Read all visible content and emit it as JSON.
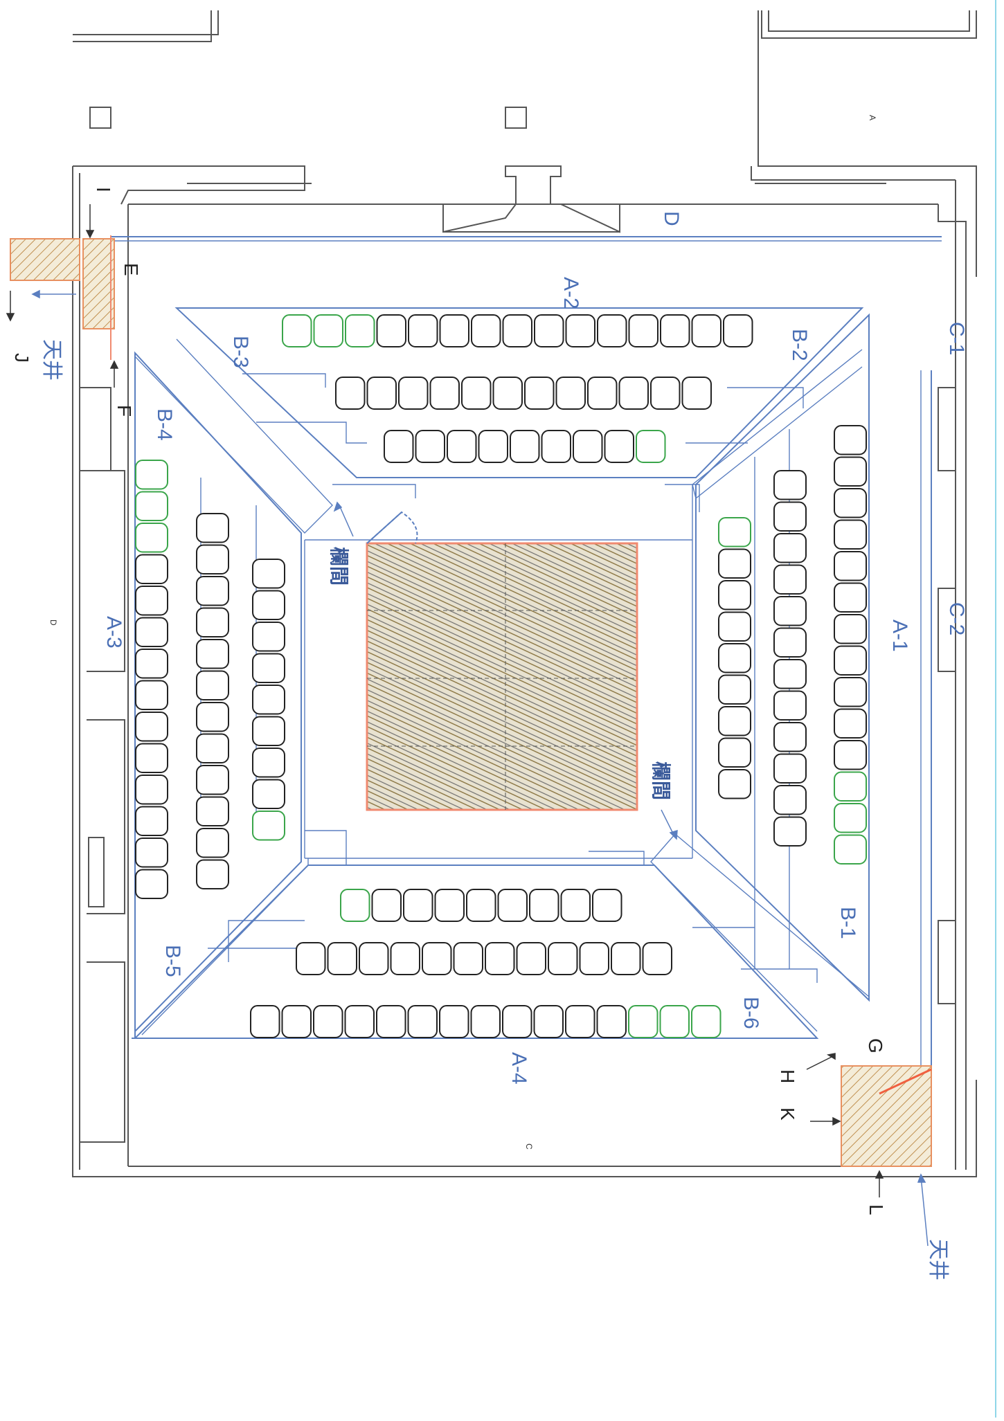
{
  "labels": {
    "A1": "A-1",
    "A2": "A-2",
    "A3": "A-3",
    "A4": "A-4",
    "B1": "B-1",
    "B2": "B-2",
    "B3": "B-3",
    "B4": "B-4",
    "B5": "B-5",
    "B6": "B-6",
    "C1": "C-1",
    "C2": "C-2",
    "D_top": "D",
    "E": "E",
    "F": "F",
    "G": "G",
    "H": "H",
    "I": "I",
    "J": "J",
    "K": "K",
    "L": "L",
    "skylight_left": "天井",
    "skylight_right": "天井",
    "railing_top": "欄間",
    "railing_bottom": "欄間",
    "small_A": "A",
    "small_C": "C",
    "small_D": "D"
  },
  "colors": {
    "wall": "#555555",
    "blue_line": "#5b7fc0",
    "seat_black": "#222222",
    "seat_green": "#3aa54a",
    "stage_border": "#f08a70",
    "hatch": "#b8a070"
  },
  "seating": {
    "top_row1_total": 15,
    "top_row1_green": 3,
    "top_row2_total": 12,
    "top_row3_total": 9,
    "top_row3_green": 1,
    "right_row1_total": 14,
    "right_row1_green": 3,
    "right_row2_total": 12,
    "right_row3_total": 9,
    "right_row3_green": 1,
    "bottom_row1_total": 15,
    "bottom_row1_green": 3,
    "bottom_row2_total": 12,
    "bottom_row3_total": 9,
    "bottom_row3_green": 1,
    "left_row1_total": 14,
    "left_row1_green": 3,
    "left_row2_total": 12,
    "left_row3_total": 9,
    "left_row3_green": 1
  }
}
